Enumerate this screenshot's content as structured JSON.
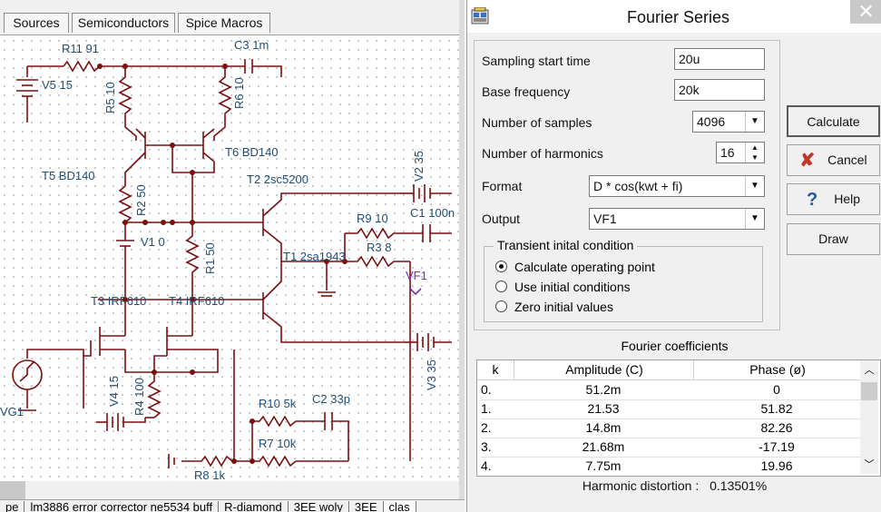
{
  "schematic": {
    "tabs": [
      "Sources",
      "Semiconductors",
      "Spice Macros"
    ],
    "bottom_tabs": [
      "pe",
      "lm3886 error corrector ne5534 buff",
      "R-diamond",
      "3EE woly",
      "3EE",
      "clas"
    ],
    "labels": {
      "r11": "R11 91",
      "c3": "C3 1m",
      "v5": "V5 15",
      "r5": "R5 10",
      "r6": "R6 10",
      "t5": "T5 BD140",
      "t6": "T6 BD140",
      "t2": "T2 2sc5200",
      "v2": "V2 35",
      "r2": "R2 50",
      "r9": "R9 10",
      "c1": "C1 100n",
      "v1": "V1 0",
      "r3": "R3 8",
      "r1": "R1 50",
      "t1": "T1 2sa1943",
      "vf1": "VF1",
      "t3": "T3 IRF610",
      "t4": "T4 IRF610",
      "v4": "V4 15",
      "r4": "R4 100",
      "vg1": "VG1",
      "v3": "V3 35",
      "r10": "R10 5k",
      "c2": "C2 33p",
      "r7": "R7 10k",
      "r8": "R8 1k"
    }
  },
  "dialog": {
    "title": "Fourier Series",
    "close_glyph": "✕",
    "fields": {
      "start_time_label": "Sampling start time",
      "start_time_value": "20u",
      "base_freq_label": "Base frequency",
      "base_freq_value": "20k",
      "samples_label": "Number of samples",
      "samples_value": "4096",
      "harmonics_label": "Number of harmonics",
      "harmonics_value": "16",
      "format_label": "Format",
      "format_value": "D * cos(kwt + fi)",
      "output_label": "Output",
      "output_value": "VF1"
    },
    "transient": {
      "legend": "Transient inital condition",
      "options": [
        "Calculate operating point",
        "Use initial conditions",
        "Zero initial values"
      ],
      "selected_index": 0
    },
    "buttons": {
      "calculate": "Calculate",
      "cancel": "Cancel",
      "help": "Help",
      "draw": "Draw"
    },
    "coefficients": {
      "title": "Fourier coefficients",
      "columns": [
        "k",
        "Amplitude (C)",
        "Phase (ø)"
      ],
      "rows": [
        [
          "0.",
          "51.2m",
          "0"
        ],
        [
          "1.",
          "21.53",
          "51.82"
        ],
        [
          "2.",
          "14.8m",
          "82.26"
        ],
        [
          "3.",
          "21.68m",
          "-17.19"
        ],
        [
          "4.",
          "7.75m",
          "19.96"
        ]
      ]
    },
    "distortion_label": "Harmonic distortion :",
    "distortion_value": "0.13501%",
    "colors": {
      "cancel_x": "#c0392b",
      "help_q": "#1e5aa8",
      "wire": "#7a1010",
      "label": "#1f4e79",
      "probe": "#7a2bb0"
    }
  }
}
